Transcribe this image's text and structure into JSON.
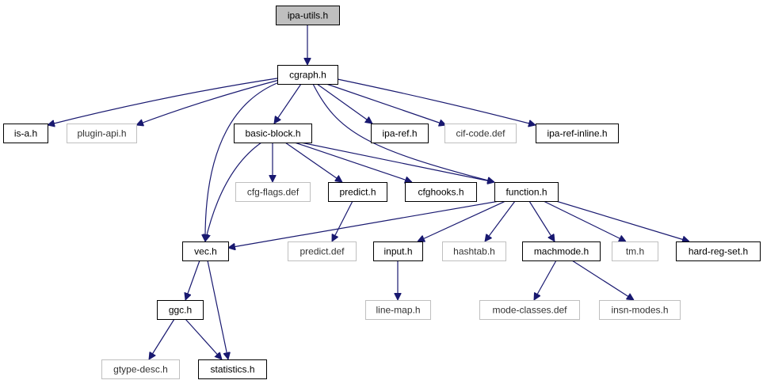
{
  "diagram": {
    "type": "include-dependency-graph",
    "edge_color": "#191970",
    "nodes": [
      {
        "id": "ipa-utils",
        "label": "ipa-utils.h",
        "kind": "root"
      },
      {
        "id": "cgraph",
        "label": "cgraph.h",
        "kind": "documented"
      },
      {
        "id": "is-a",
        "label": "is-a.h",
        "kind": "documented"
      },
      {
        "id": "plugin-api",
        "label": "plugin-api.h",
        "kind": "external"
      },
      {
        "id": "basic-block",
        "label": "basic-block.h",
        "kind": "documented"
      },
      {
        "id": "ipa-ref",
        "label": "ipa-ref.h",
        "kind": "documented"
      },
      {
        "id": "cif-code",
        "label": "cif-code.def",
        "kind": "external"
      },
      {
        "id": "ipa-ref-inline",
        "label": "ipa-ref-inline.h",
        "kind": "documented"
      },
      {
        "id": "cfg-flags",
        "label": "cfg-flags.def",
        "kind": "external"
      },
      {
        "id": "predict-h",
        "label": "predict.h",
        "kind": "documented"
      },
      {
        "id": "cfghooks",
        "label": "cfghooks.h",
        "kind": "documented"
      },
      {
        "id": "function",
        "label": "function.h",
        "kind": "documented"
      },
      {
        "id": "vec",
        "label": "vec.h",
        "kind": "documented"
      },
      {
        "id": "predict-def",
        "label": "predict.def",
        "kind": "external"
      },
      {
        "id": "input",
        "label": "input.h",
        "kind": "documented"
      },
      {
        "id": "hashtab",
        "label": "hashtab.h",
        "kind": "external"
      },
      {
        "id": "machmode",
        "label": "machmode.h",
        "kind": "documented"
      },
      {
        "id": "tm",
        "label": "tm.h",
        "kind": "external"
      },
      {
        "id": "hard-reg-set",
        "label": "hard-reg-set.h",
        "kind": "documented"
      },
      {
        "id": "ggc",
        "label": "ggc.h",
        "kind": "documented"
      },
      {
        "id": "line-map",
        "label": "line-map.h",
        "kind": "external"
      },
      {
        "id": "mode-classes",
        "label": "mode-classes.def",
        "kind": "external"
      },
      {
        "id": "insn-modes",
        "label": "insn-modes.h",
        "kind": "external"
      },
      {
        "id": "gtype-desc",
        "label": "gtype-desc.h",
        "kind": "external"
      },
      {
        "id": "statistics",
        "label": "statistics.h",
        "kind": "documented"
      }
    ],
    "edges": [
      {
        "from": "ipa-utils",
        "to": "cgraph"
      },
      {
        "from": "cgraph",
        "to": "is-a"
      },
      {
        "from": "cgraph",
        "to": "plugin-api"
      },
      {
        "from": "cgraph",
        "to": "vec"
      },
      {
        "from": "cgraph",
        "to": "basic-block"
      },
      {
        "from": "cgraph",
        "to": "function"
      },
      {
        "from": "cgraph",
        "to": "ipa-ref"
      },
      {
        "from": "cgraph",
        "to": "cif-code"
      },
      {
        "from": "cgraph",
        "to": "ipa-ref-inline"
      },
      {
        "from": "basic-block",
        "to": "vec"
      },
      {
        "from": "basic-block",
        "to": "cfg-flags"
      },
      {
        "from": "basic-block",
        "to": "predict-h"
      },
      {
        "from": "basic-block",
        "to": "cfghooks"
      },
      {
        "from": "basic-block",
        "to": "function"
      },
      {
        "from": "predict-h",
        "to": "predict-def"
      },
      {
        "from": "function",
        "to": "vec"
      },
      {
        "from": "function",
        "to": "input"
      },
      {
        "from": "function",
        "to": "hashtab"
      },
      {
        "from": "function",
        "to": "machmode"
      },
      {
        "from": "function",
        "to": "tm"
      },
      {
        "from": "function",
        "to": "hard-reg-set"
      },
      {
        "from": "vec",
        "to": "ggc"
      },
      {
        "from": "vec",
        "to": "statistics"
      },
      {
        "from": "input",
        "to": "line-map"
      },
      {
        "from": "machmode",
        "to": "mode-classes"
      },
      {
        "from": "machmode",
        "to": "insn-modes"
      },
      {
        "from": "ggc",
        "to": "gtype-desc"
      },
      {
        "from": "ggc",
        "to": "statistics"
      }
    ]
  }
}
